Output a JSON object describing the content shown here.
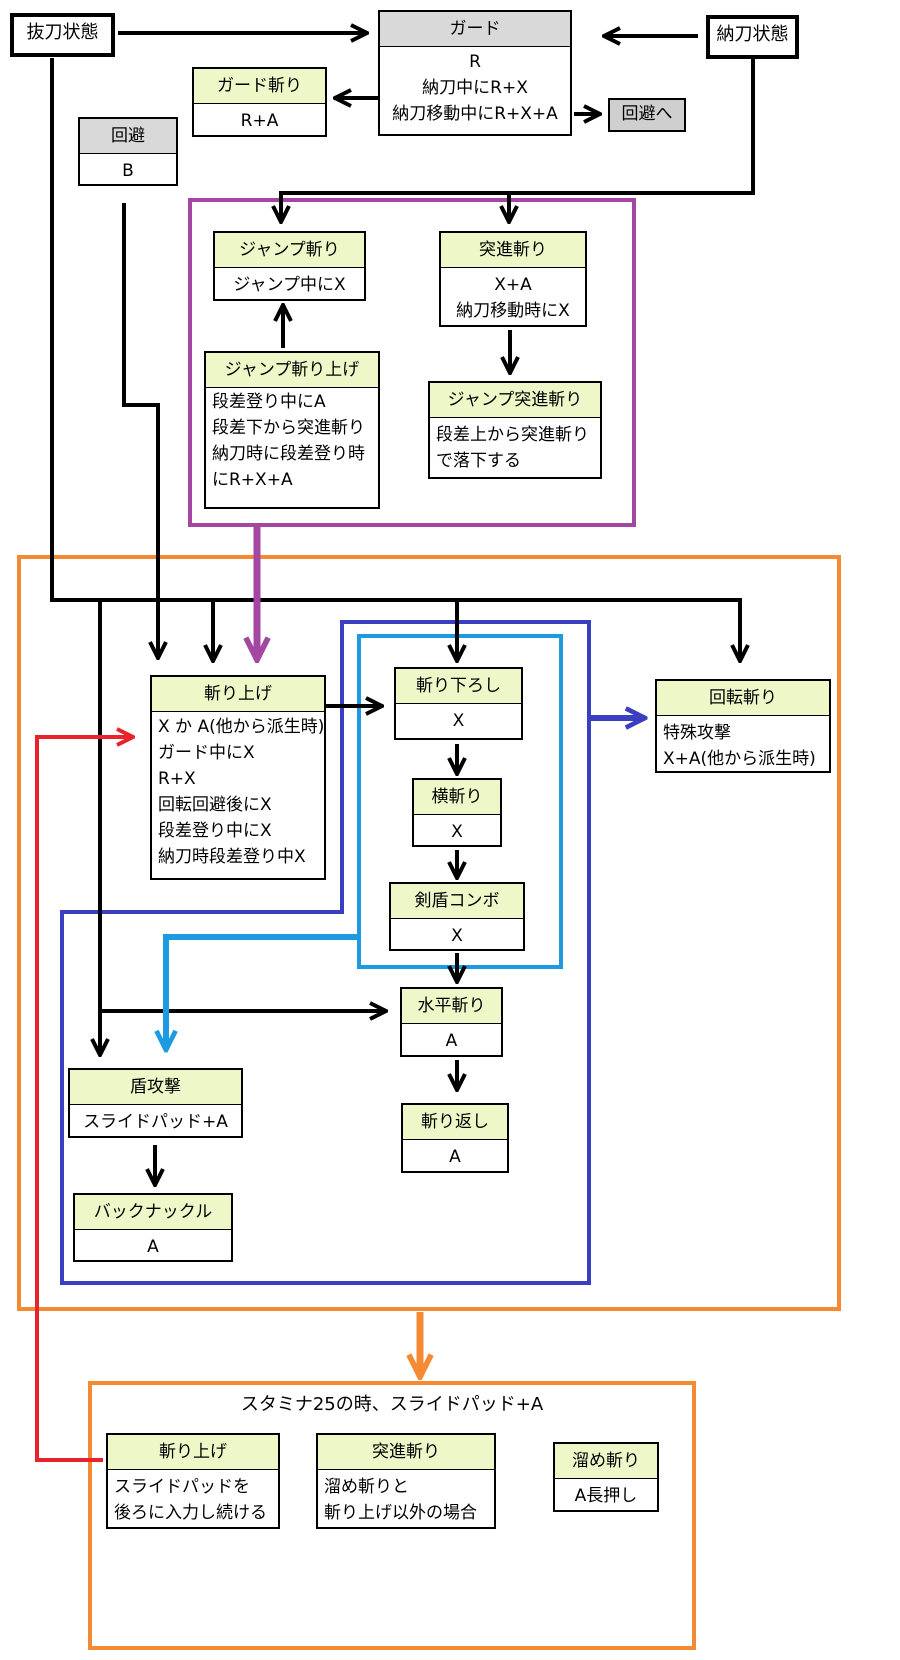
{
  "states": {
    "battou": "抜刀状態",
    "noutou": "納刀状態"
  },
  "guard": {
    "title": "ガード",
    "lines": [
      "R",
      "納刀中にR+X",
      "納刀移動中にR+X+A"
    ]
  },
  "guard_slash": {
    "title": "ガード斬り",
    "input": "R+A"
  },
  "to_evade": "回避へ",
  "evade": {
    "title": "回避",
    "input": "B"
  },
  "jump_slash": {
    "title": "ジャンプ斬り",
    "input": "ジャンプ中にX"
  },
  "rush_slash": {
    "title": "突進斬り",
    "lines": [
      "X+A",
      "納刀移動時にX"
    ]
  },
  "jump_rising": {
    "title": "ジャンプ斬り上げ",
    "lines": [
      "段差登り中にA",
      "段差下から突進斬り",
      "納刀時に段差登り時",
      "にR+X+A"
    ]
  },
  "jump_rush": {
    "title": "ジャンプ突進斬り",
    "lines": [
      "段差上から突進斬り",
      "で落下する"
    ]
  },
  "rising_slash": {
    "title": "斬り上げ",
    "lines": [
      "X か A(他から派生時)",
      "ガード中にX",
      "R+X",
      "回転回避後にX",
      "段差登り中にX",
      "納刀時段差登り中X"
    ]
  },
  "down_slash": {
    "title": "斬り下ろし",
    "input": "X"
  },
  "side_slash": {
    "title": "横斬り",
    "input": "X"
  },
  "shield_combo": {
    "title": "剣盾コンボ",
    "input": "X"
  },
  "spin_slash": {
    "title": "回転斬り",
    "lines": [
      "特殊攻撃",
      "X+A(他から派生時)"
    ]
  },
  "horizontal_slash": {
    "title": "水平斬り",
    "input": "A"
  },
  "return_slash": {
    "title": "斬り返し",
    "input": "A"
  },
  "shield_attack": {
    "title": "盾攻撃",
    "input": "スライドパッド+A"
  },
  "back_knuckle": {
    "title": "バックナックル",
    "input": "A"
  },
  "stamina": {
    "caption": "スタミナ25の時、スライドパッド+A",
    "rising": {
      "title": "斬り上げ",
      "lines": [
        "スライドパッドを",
        "後ろに入力し続ける"
      ]
    },
    "rush": {
      "title": "突進斬り",
      "lines": [
        "溜め斬りと",
        "斬り上げ以外の場合"
      ]
    },
    "charge": {
      "title": "溜め斬り",
      "input": "A長押し"
    }
  },
  "colors": {
    "header": "#eef7c8",
    "gray": "#d9d9d9",
    "purple": "#a347a3",
    "orange": "#f58a35",
    "navy": "#3a3fc1",
    "sky": "#1e9ae0",
    "red": "#e8232b"
  }
}
